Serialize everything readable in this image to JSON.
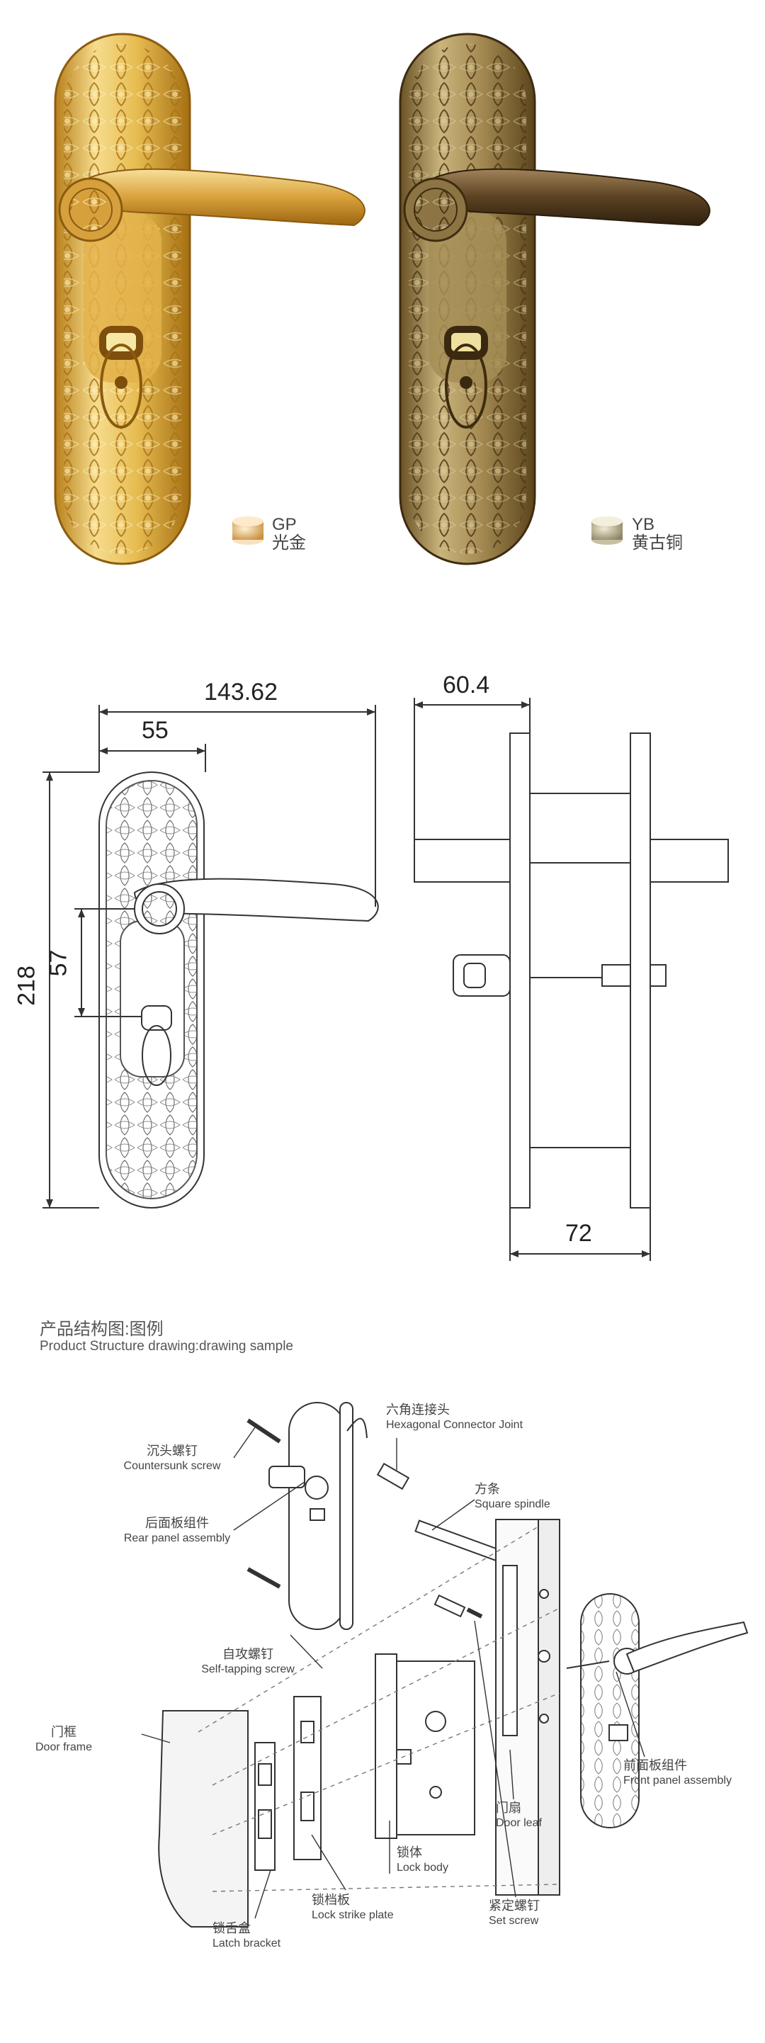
{
  "finishes": [
    {
      "code": "GP",
      "name": "光金",
      "swatch_color": "#e6b46a"
    },
    {
      "code": "YB",
      "name": "黄古铜",
      "swatch_color": "#b7ad8e"
    }
  ],
  "colors": {
    "gold_light": "#f3d985",
    "gold_dark": "#c8901c",
    "bronze_light": "#c7b37d",
    "bronze_dark": "#6c5528",
    "line": "#333333"
  },
  "dimensions": {
    "total_width": "143.62",
    "handle_offset": "55",
    "height": "218",
    "spindle_to_cylinder": "57",
    "projection": "60.4",
    "door_thickness": "72"
  },
  "structure": {
    "title_cn": "产品结构图:图例",
    "title_en": "Product Structure drawing:drawing sample",
    "parts": {
      "connector_cn": "六角连接头",
      "connector_en": "Hexagonal Connector Joint",
      "screw_cn": "沉头螺钉",
      "screw_en": "Countersunk screw",
      "spindle_cn": "方条",
      "spindle_en": "Square spindle",
      "rear_cn": "后面板组件",
      "rear_en": "Rear panel assembly",
      "tapping_cn": "自攻螺钉",
      "tapping_en": "Self-tapping screw",
      "frame_cn": "门框",
      "frame_en": "Door frame",
      "leaf_cn": "门扇",
      "leaf_en": "Door leaf",
      "front_cn": "前面板组件",
      "front_en": "Front panel assembly",
      "body_cn": "锁体",
      "body_en": "Lock body",
      "set_cn": "紧定螺钉",
      "set_en": "Set screw",
      "strike_cn": "锁档板",
      "strike_en": "Lock strike plate",
      "latch_cn": "锁舌盒",
      "latch_en": "Latch bracket"
    }
  }
}
